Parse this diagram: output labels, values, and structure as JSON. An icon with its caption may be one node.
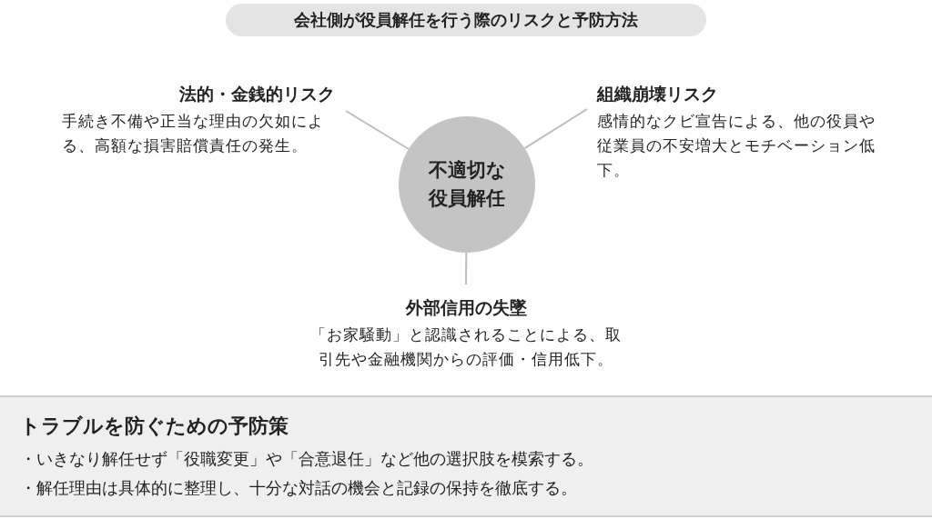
{
  "diagram": {
    "title": "会社側が役員解任を行う際のリスクと予防方法",
    "nodes": [
      {
        "text": [
          "不適切な役員解任"
        ]
      },
      {
        "text": [
          "法的・金銭的リスク",
          "手続き不備や正当な理由の欠如による、高額な損害賠償責任の発生。"
        ]
      },
      {
        "text": [
          "組織崩壊リスク",
          "感情的なクビ宣告による、他の役員や従業員の不安増大とモチベーション低下。"
        ]
      },
      {
        "text": [
          "外部信用の失墜",
          "「お家騒動」と認識されることによる、取引先や金融機関からの評価・信用低下。"
        ]
      },
      {
        "text": [
          "トラブルを防ぐための予防策",
          "・いきなり解任せず「役職変更」や「合意退任」など他の選択肢を模索する。",
          "・解任理由は具体的に整理し、十分な対話の機会と記録の保持を徹底する。"
        ]
      }
    ],
    "edges": [
      {
        "from": 0,
        "to": 1,
        "arrow": "none"
      },
      {
        "from": 0,
        "to": 2,
        "arrow": "none"
      },
      {
        "from": 0,
        "to": 3,
        "arrow": "none"
      }
    ]
  }
}
